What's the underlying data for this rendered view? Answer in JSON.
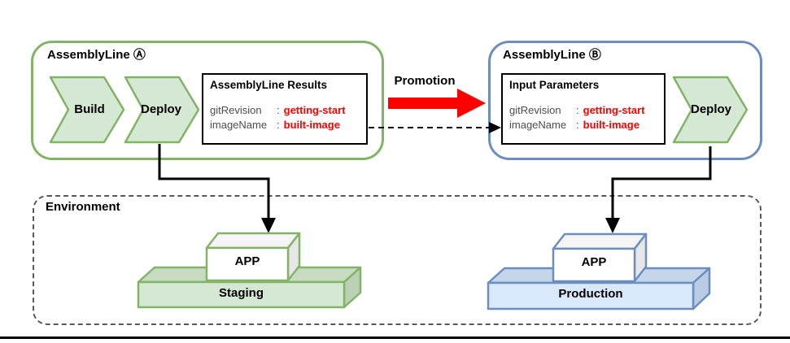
{
  "colors": {
    "green_stroke": "#82b366",
    "green_fill": "#d5e8d4",
    "blue_stroke": "#6c8ebf",
    "blue_fill": "#dae8fc",
    "value_red": "#ff0000",
    "promotion_arrow_red": "#ff0000",
    "connector_black": "#000000"
  },
  "punct": {
    "colon": ":"
  },
  "assembly_a": {
    "title": "AssemblyLine Ⓐ",
    "steps": [
      "Build",
      "Deploy"
    ],
    "results": {
      "title": "AssemblyLine Results",
      "rows": [
        {
          "key": "gitRevision",
          "value": "getting-start"
        },
        {
          "key": "imageName",
          "value": "built-image"
        }
      ]
    }
  },
  "promotion": {
    "label": "Promotion"
  },
  "assembly_b": {
    "title": "AssemblyLine Ⓑ",
    "params": {
      "title": "Input Parameters",
      "rows": [
        {
          "key": "gitRevision",
          "value": "getting-start"
        },
        {
          "key": "imageName",
          "value": "built-image"
        }
      ]
    },
    "steps": [
      "Deploy"
    ]
  },
  "environment": {
    "title": "Environment",
    "staging": {
      "app_label": "APP",
      "platform_label": "Staging"
    },
    "production": {
      "app_label": "APP",
      "platform_label": "Production"
    }
  }
}
